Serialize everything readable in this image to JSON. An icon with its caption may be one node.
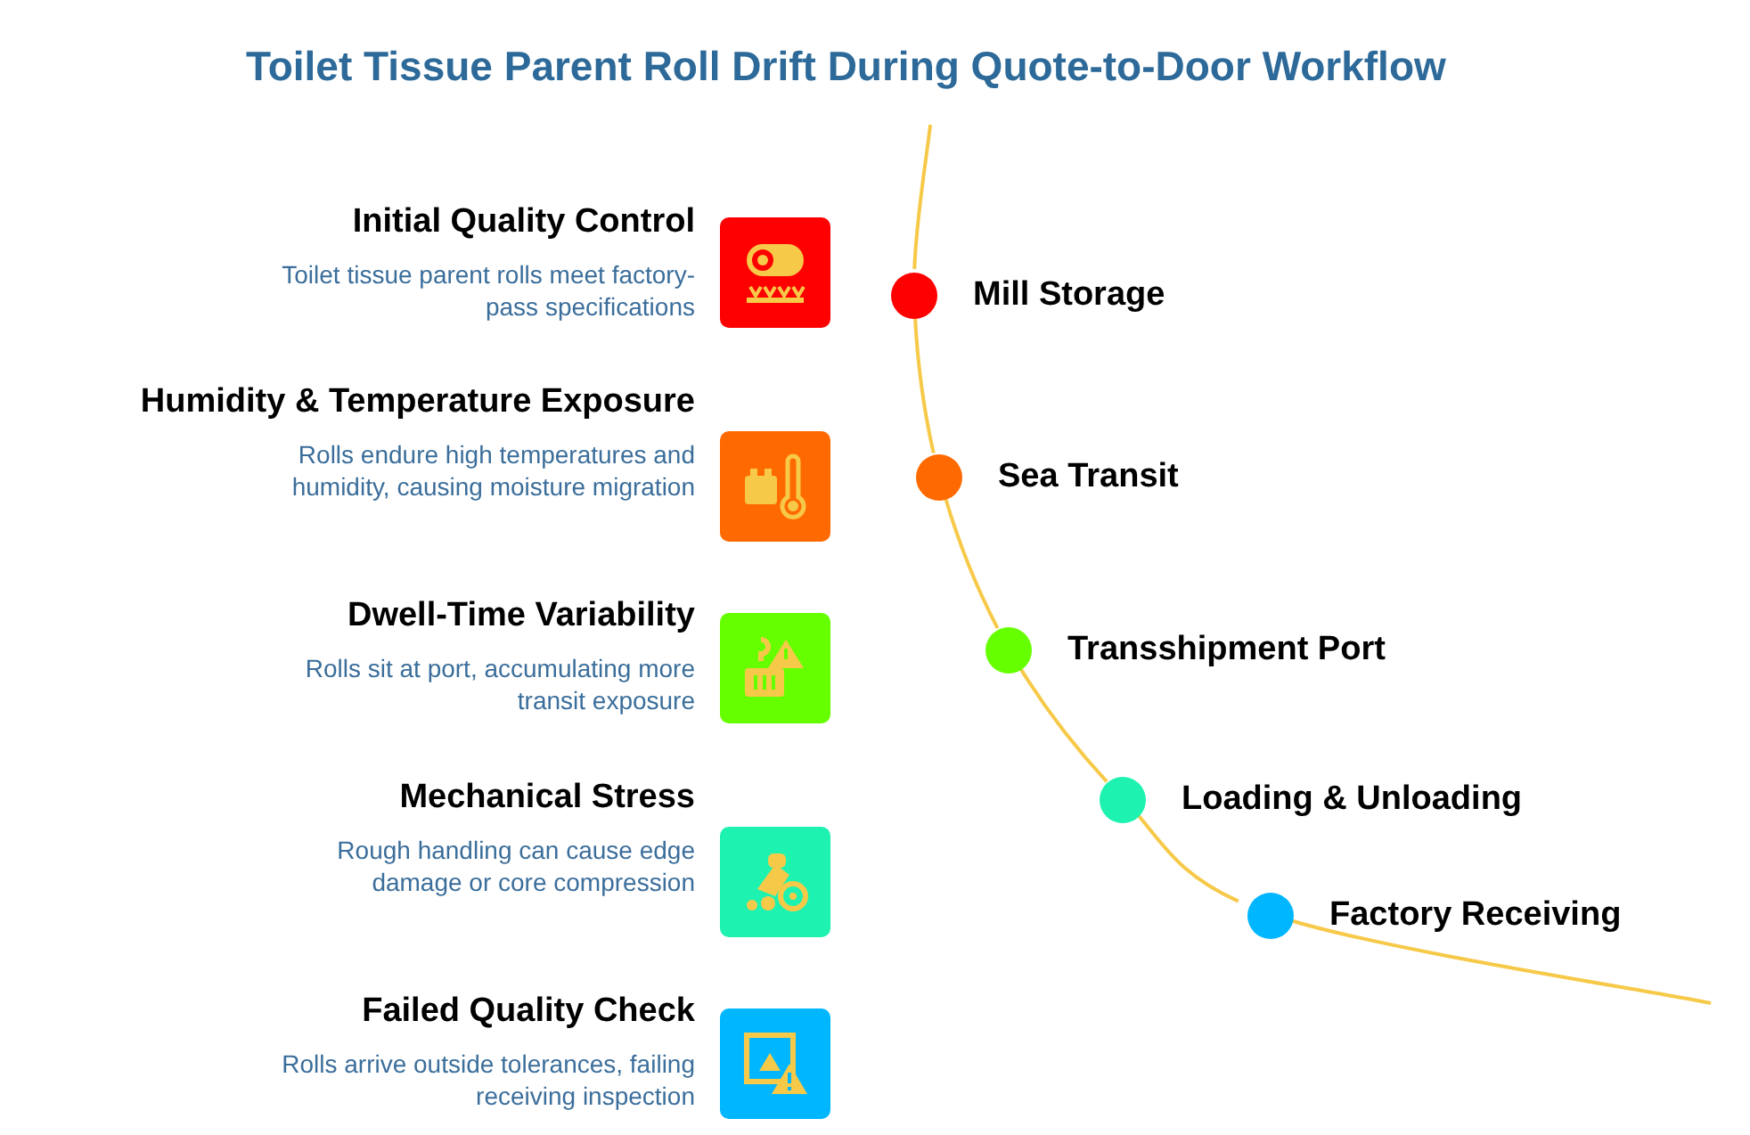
{
  "diagram": {
    "title": "Toilet Tissue Parent Roll Drift During Quote-to-Door Workflow",
    "nodes": [
      {
        "text": [
          "Initial Quality Control",
          "Toilet tissue parent rolls meet factory-pass specifications"
        ]
      },
      {
        "text": [
          "Humidity & Temperature Exposure",
          "Rolls endure high temperatures and humidity, causing moisture migration"
        ]
      },
      {
        "text": [
          "Dwell-Time Variability",
          "Rolls sit at port, accumulating more transit exposure"
        ]
      },
      {
        "text": [
          "Mechanical Stress",
          "Rough handling can cause edge damage or core compression"
        ]
      },
      {
        "text": [
          "Failed Quality Check",
          "Rolls arrive outside tolerances, failing receiving inspection"
        ]
      },
      {
        "text": [
          "Mill Storage"
        ]
      },
      {
        "text": [
          "Sea Transit"
        ]
      },
      {
        "text": [
          "Transshipment Port"
        ]
      },
      {
        "text": [
          "Loading & Unloading"
        ]
      },
      {
        "text": [
          "Factory Receiving"
        ]
      }
    ],
    "edges": [
      {
        "from": 5,
        "to": 6,
        "arrow": "none"
      },
      {
        "from": 6,
        "to": 7,
        "arrow": "none"
      },
      {
        "from": 7,
        "to": 8,
        "arrow": "none"
      },
      {
        "from": 8,
        "to": 9,
        "arrow": "none"
      }
    ]
  }
}
